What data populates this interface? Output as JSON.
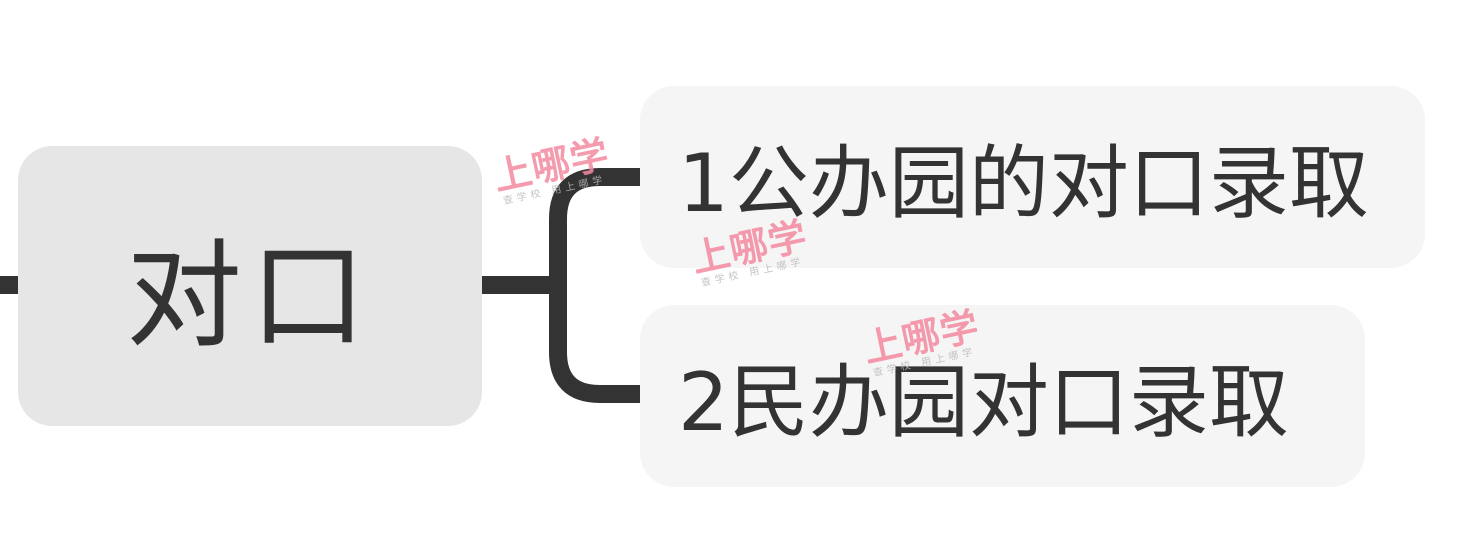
{
  "diagram": {
    "type": "mind-map",
    "colors": {
      "line": "#333333",
      "root_fill": "#e6e6e6",
      "child_fill": "#f5f5f5",
      "text": "#333333",
      "watermark": "#f48aa0"
    },
    "root": {
      "label": "对口"
    },
    "children": [
      {
        "label": "1公办园的对口录取"
      },
      {
        "label": "2民办园对口录取"
      }
    ]
  },
  "watermark": {
    "main": "上哪学",
    "sub": "查学校 用上哪学"
  }
}
